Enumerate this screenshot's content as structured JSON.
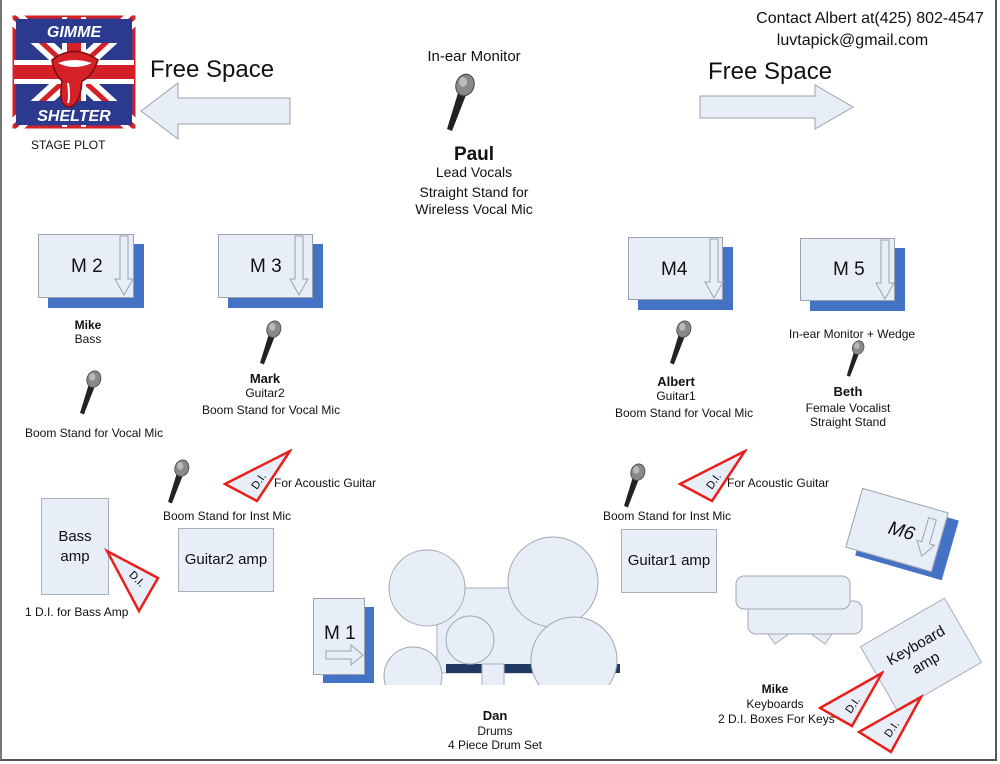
{
  "logo": {
    "top_text": "GIMME",
    "bottom_text": "SHELTER",
    "caption": "STAGE PLOT"
  },
  "contact": {
    "line1": "Contact Albert at(425) 802-4547",
    "line2": "luvtapick@gmail.com"
  },
  "free_space_left": "Free Space",
  "free_space_right": "Free Space",
  "paul": {
    "monitor": "In-ear Monitor",
    "name": "Paul",
    "role": "Lead Vocals",
    "stand_line1": "Straight Stand for",
    "stand_line2": "Wireless Vocal Mic"
  },
  "wedges": {
    "m1": "M 1",
    "m2": "M 2",
    "m3": "M 3",
    "m4": "M4",
    "m5": "M 5",
    "m6": "M6"
  },
  "mike_bass": {
    "name": "Mike",
    "role": "Bass",
    "mic_note": "Boom Stand for Vocal Mic"
  },
  "mark": {
    "name": "Mark",
    "role": "Guitar2",
    "mic_note": "Boom Stand for Vocal Mic"
  },
  "albert": {
    "name": "Albert",
    "role": "Guitar1",
    "mic_note": "Boom Stand for Vocal Mic"
  },
  "beth": {
    "monitor": "In-ear Monitor + Wedge",
    "name": "Beth",
    "role": "Female Vocalist",
    "stand": "Straight Stand"
  },
  "left_inst": {
    "mic_note": "Boom Stand for Inst Mic",
    "di_note": "For Acoustic Guitar"
  },
  "right_inst": {
    "mic_note": "Boom Stand for Inst Mic",
    "di_note": "For Acoustic Guitar"
  },
  "di_label": "D.I.",
  "amps": {
    "bass_line1": "Bass",
    "bass_line2": "amp",
    "guitar2": "Guitar2 amp",
    "guitar1": "Guitar1 amp",
    "keyboard_line1": "Keyboard",
    "keyboard_line2": "amp"
  },
  "bass_di_note": "1 D.I. for Bass Amp",
  "dan": {
    "name": "Dan",
    "role": "Drums",
    "kit": "4 Piece Drum Set"
  },
  "keys": {
    "name": "Mike",
    "role": "Keyboards",
    "di_note": "2 D.I. Boxes For Keys"
  },
  "colors": {
    "wedge_blue": "#4472c4",
    "fill": "#e8eef8",
    "di_red": "#e8201c",
    "drum_rail": "#1f3864"
  }
}
